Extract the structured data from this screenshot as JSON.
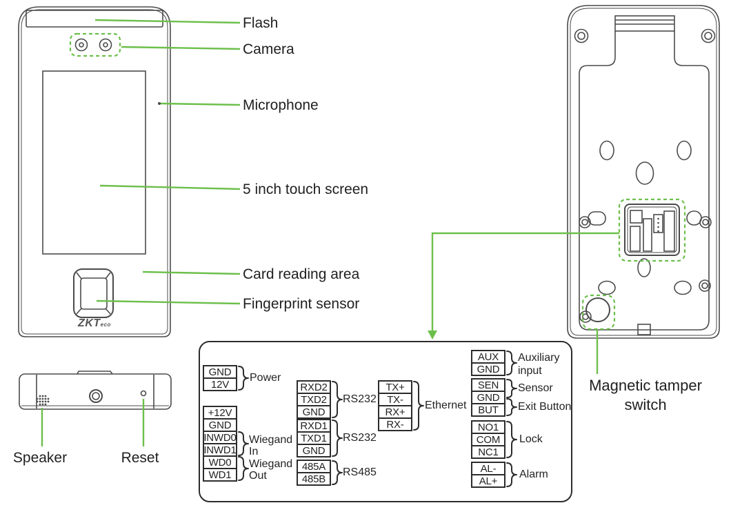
{
  "colors": {
    "accent_green": "#6cbf4b",
    "ink": "#2b2b2b"
  },
  "front_view": {
    "callouts": [
      "Flash",
      "Camera",
      "Microphone",
      "5 inch touch screen",
      "Card reading area",
      "Fingerprint sensor"
    ],
    "logo_main": "ZKT",
    "logo_sub": "eco"
  },
  "bottom_view": {
    "callouts": [
      "Speaker",
      "Reset"
    ]
  },
  "back_view": {
    "callout": "Magnetic tamper switch"
  },
  "terminal_block": {
    "col1_top": {
      "pins": [
        "GND",
        "12V"
      ],
      "label": "Power"
    },
    "col1_bottom": {
      "pins": [
        "+12V",
        "GND",
        "INWD0",
        "INWD1",
        "WD0",
        "WD1"
      ],
      "labels": [
        "Wiegand In",
        "Wiegand Out"
      ]
    },
    "col2": {
      "groups": [
        {
          "pins": [
            "RXD2",
            "TXD2",
            "GND"
          ],
          "label": "RS232"
        },
        {
          "pins": [
            "RXD1",
            "TXD1",
            "GND"
          ],
          "label": "RS232"
        },
        {
          "pins": [
            "485A",
            "485B"
          ],
          "label": "RS485"
        }
      ]
    },
    "col3": {
      "pins": [
        "TX+",
        "TX-",
        "RX+",
        "RX-"
      ],
      "label": "Ethernet"
    },
    "col4": {
      "groups": [
        {
          "pins": [
            "AUX",
            "GND"
          ],
          "label": "Auxiliary input"
        },
        {
          "pins": [
            "SEN",
            "GND",
            "BUT"
          ],
          "labels": [
            "Sensor",
            "Exit Button"
          ]
        },
        {
          "pins": [
            "NO1",
            "COM",
            "NC1"
          ],
          "label": "Lock"
        },
        {
          "pins": [
            "AL-",
            "AL+"
          ],
          "label": "Alarm"
        }
      ]
    }
  }
}
